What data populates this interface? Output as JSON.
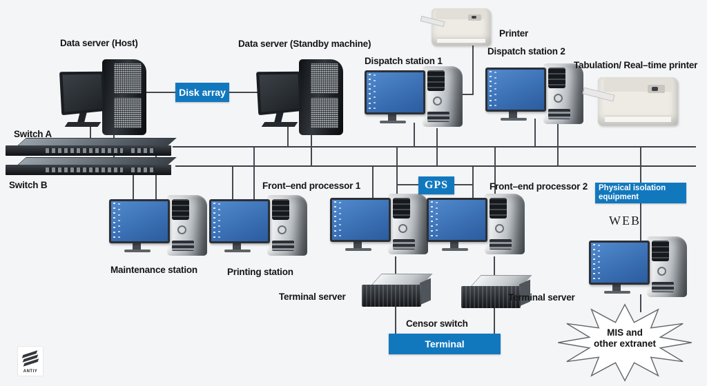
{
  "diagram": {
    "colors": {
      "background": "#f4f5f7",
      "accent_blue": "#1278be",
      "bus_line": "#3a3e44",
      "screen_blue": "#3b70b4"
    },
    "labels": {
      "data_server_host": "Data server (Host)",
      "data_server_standby": "Data server (Standby machine)",
      "dispatch_station_1": "Dispatch station 1",
      "printer": "Printer",
      "dispatch_station_2": "Dispatch station 2",
      "tabulation_printer": "Tabulation/ Real–time printer",
      "switch_a": "Switch A",
      "switch_b": "Switch B",
      "front_end_processor_1": "Front–end processor 1",
      "front_end_processor_2": "Front–end processor 2",
      "maintenance_station": "Maintenance station",
      "printing_station": "Printing station",
      "terminal_server_left": "Terminal server",
      "terminal_server_right": "Terminal server",
      "censor_switch": "Censor switch",
      "web": "WEB",
      "mis_line1": "MIS  and",
      "mis_line2": "other extranet",
      "logo": "ANTIY"
    },
    "boxes": {
      "disk_array": "Disk array",
      "gps": "GPS",
      "terminal": "Terminal",
      "physical_isolation_line1": "Physical isolation",
      "physical_isolation_line2": "equipment"
    }
  }
}
